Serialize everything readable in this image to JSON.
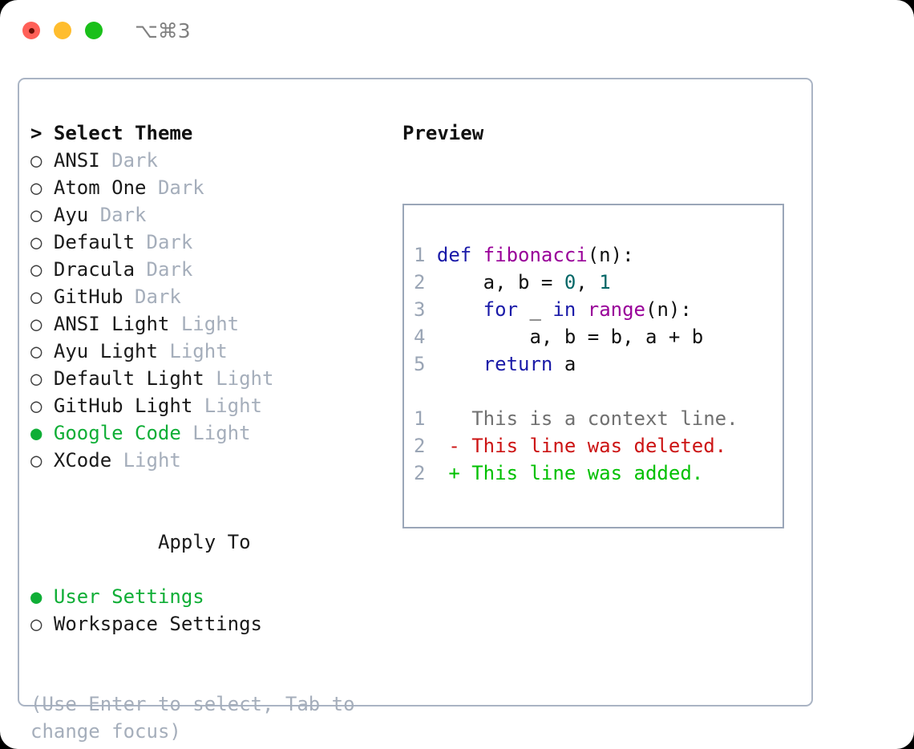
{
  "window": {
    "title": "⌥⌘3",
    "traffic_lights": [
      {
        "name": "close",
        "color": "#ff6058"
      },
      {
        "name": "minimize",
        "color": "#ffbd2e"
      },
      {
        "name": "maximize",
        "color": "#1ac01a"
      }
    ]
  },
  "theme_selector": {
    "heading": "> Select Theme",
    "marker_selected": "●",
    "marker_unselected": "○",
    "accent_color": "#0fae36",
    "variant_color": "#a5aebb",
    "items": [
      {
        "label": "ANSI",
        "variant": "Dark",
        "selected": false
      },
      {
        "label": "Atom One",
        "variant": "Dark",
        "selected": false
      },
      {
        "label": "Ayu",
        "variant": "Dark",
        "selected": false
      },
      {
        "label": "Default",
        "variant": "Dark",
        "selected": false
      },
      {
        "label": "Dracula",
        "variant": "Dark",
        "selected": false
      },
      {
        "label": "GitHub",
        "variant": "Dark",
        "selected": false
      },
      {
        "label": "ANSI Light",
        "variant": "Light",
        "selected": false
      },
      {
        "label": "Ayu Light",
        "variant": "Light",
        "selected": false
      },
      {
        "label": "Default Light",
        "variant": "Light",
        "selected": false
      },
      {
        "label": "GitHub Light",
        "variant": "Light",
        "selected": false
      },
      {
        "label": "Google Code",
        "variant": "Light",
        "selected": true
      },
      {
        "label": "XCode",
        "variant": "Light",
        "selected": false
      }
    ]
  },
  "apply_to": {
    "heading": "Apply To",
    "items": [
      {
        "label": "User Settings",
        "selected": true
      },
      {
        "label": "Workspace Settings",
        "selected": false
      }
    ]
  },
  "hint": "(Use Enter to select, Tab to change focus)",
  "preview": {
    "heading": "Preview",
    "code_lines": [
      {
        "number": "1",
        "tokens": [
          {
            "text": "def ",
            "type": "kw"
          },
          {
            "text": "fibonacci",
            "type": "fn"
          },
          {
            "text": "(n):",
            "type": "plain"
          }
        ]
      },
      {
        "number": "2",
        "tokens": [
          {
            "text": "    a, b = ",
            "type": "plain"
          },
          {
            "text": "0",
            "type": "num"
          },
          {
            "text": ", ",
            "type": "plain"
          },
          {
            "text": "1",
            "type": "num"
          }
        ]
      },
      {
        "number": "3",
        "tokens": [
          {
            "text": "    ",
            "type": "plain"
          },
          {
            "text": "for",
            "type": "kw"
          },
          {
            "text": " _ ",
            "type": "plain"
          },
          {
            "text": "in",
            "type": "kw"
          },
          {
            "text": " ",
            "type": "plain"
          },
          {
            "text": "range",
            "type": "fn"
          },
          {
            "text": "(n):",
            "type": "plain"
          }
        ]
      },
      {
        "number": "4",
        "tokens": [
          {
            "text": "        a, b = b, a + b",
            "type": "plain"
          }
        ]
      },
      {
        "number": "5",
        "tokens": [
          {
            "text": "    ",
            "type": "plain"
          },
          {
            "text": "return",
            "type": "kw"
          },
          {
            "text": " a",
            "type": "plain"
          }
        ]
      }
    ],
    "diff_lines": [
      {
        "number": "1",
        "marker": " ",
        "text": "This is a context line.",
        "kind": "context"
      },
      {
        "number": "2",
        "marker": "-",
        "text": "This line was deleted.",
        "kind": "deleted"
      },
      {
        "number": "2",
        "marker": "+",
        "text": "This line was added.",
        "kind": "added"
      }
    ],
    "colors": {
      "keyword": "#1a1aa8",
      "function": "#990099",
      "number": "#006666",
      "plain": "#111111",
      "lineno": "#9aa5b5",
      "diff_context": "#707070",
      "diff_deleted": "#cc1414",
      "diff_added": "#00c000",
      "border": "#9aa6b8"
    }
  }
}
